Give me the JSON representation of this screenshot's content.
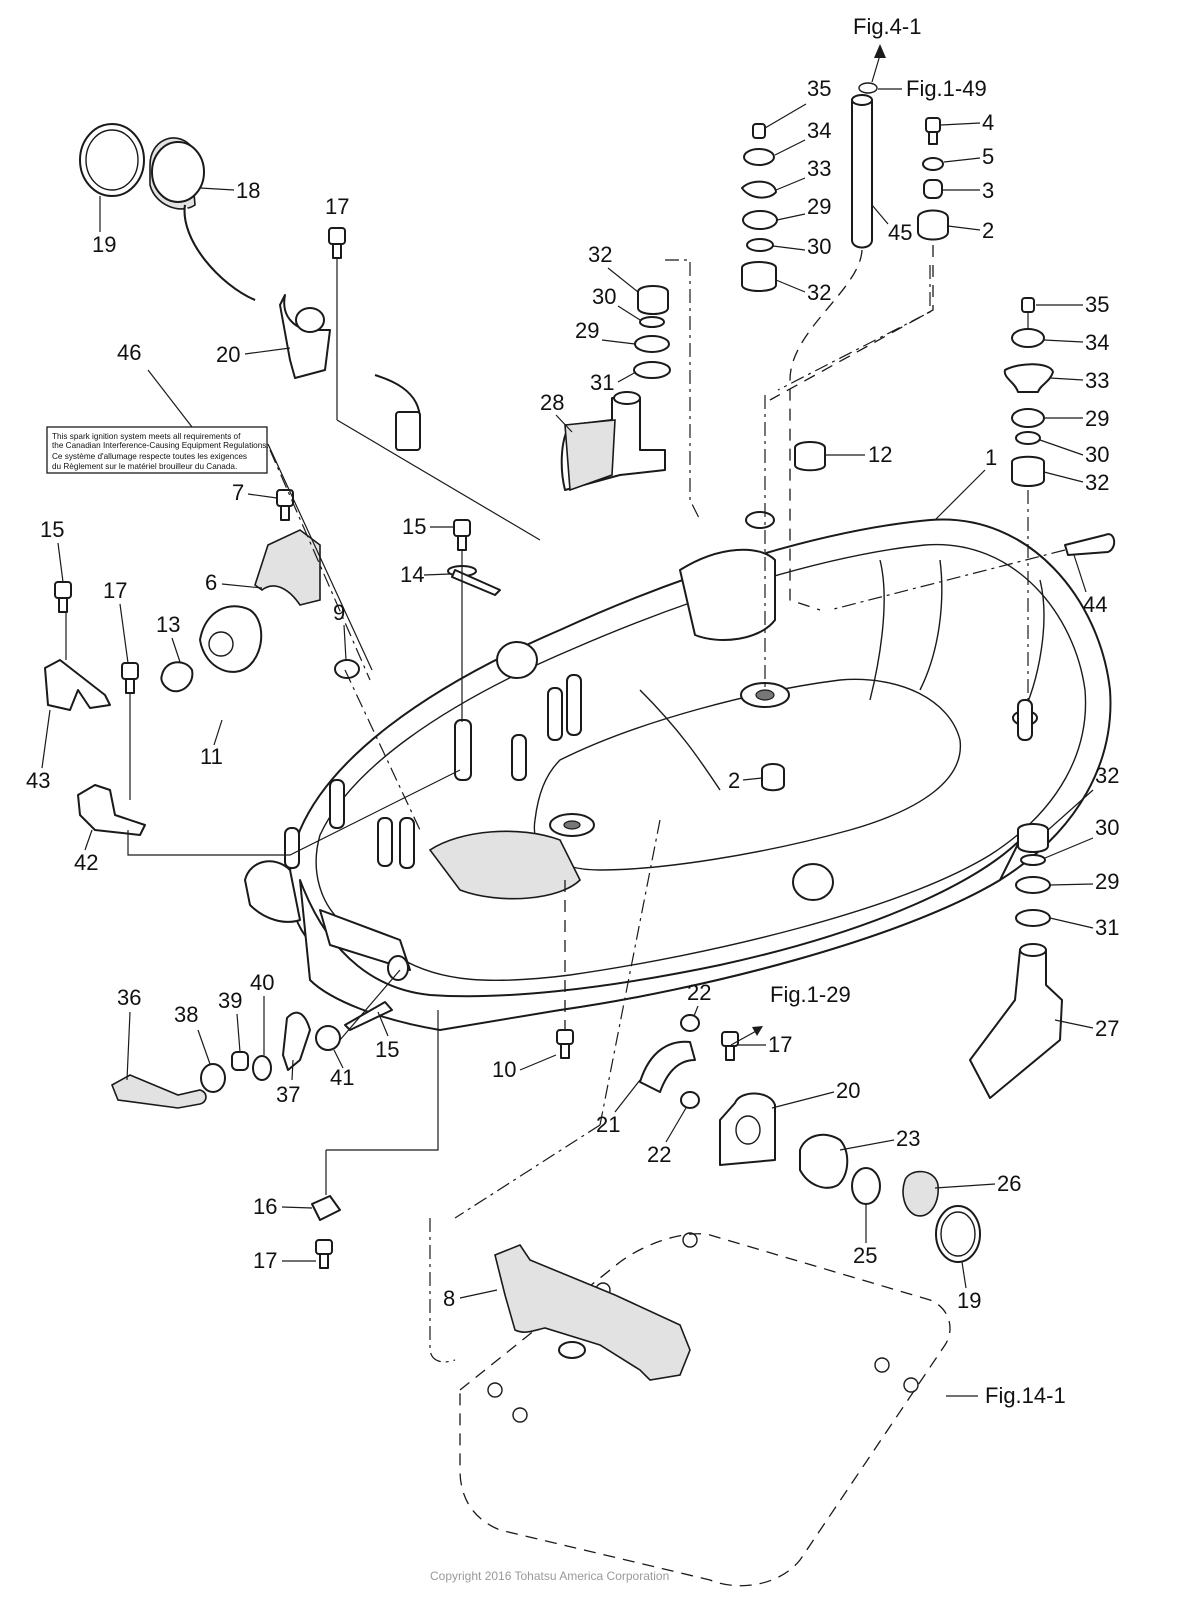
{
  "diagram": {
    "title": "Bottom Cowling Exploded Parts Diagram",
    "copyright": "Copyright 2016 Tohatsu America Corporation",
    "figure_references": [
      {
        "id": "fig-4-1",
        "text": "Fig.4-1"
      },
      {
        "id": "fig-1-49",
        "text": "Fig.1-49"
      },
      {
        "id": "fig-1-29",
        "text": "Fig.1-29"
      },
      {
        "id": "fig-14-1",
        "text": "Fig.14-1"
      }
    ],
    "compliance_label": {
      "callout": "46",
      "lines": [
        "This spark ignition system meets all requirements of",
        "the Canadian Interference-Causing Equipment Regulations.",
        "Ce système d'allumage respecte toutes les exigences",
        "du Règlement sur le matériel brouilleur du Canada."
      ]
    },
    "callouts": {
      "c1": "1",
      "c2a": "2",
      "c2b": "2",
      "c3": "3",
      "c4": "4",
      "c5": "5",
      "c6": "6",
      "c7": "7",
      "c8": "8",
      "c9": "9",
      "c10": "10",
      "c11": "11",
      "c12": "12",
      "c13": "13",
      "c14": "14",
      "c15a": "15",
      "c15b": "15",
      "c15c": "15",
      "c16": "16",
      "c17a": "17",
      "c17b": "17",
      "c17c": "17",
      "c17d": "17",
      "c18": "18",
      "c19a": "19",
      "c19b": "19",
      "c20a": "20",
      "c20b": "20",
      "c21": "21",
      "c22a": "22",
      "c22b": "22",
      "c23": "23",
      "c25": "25",
      "c26": "26",
      "c27": "27",
      "c28": "28",
      "c29a": "29",
      "c29b": "29",
      "c29c": "29",
      "c29d": "29",
      "c30a": "30",
      "c30b": "30",
      "c30c": "30",
      "c30d": "30",
      "c31a": "31",
      "c31b": "31",
      "c32a": "32",
      "c32b": "32",
      "c32c": "32",
      "c32d": "32",
      "c33a": "33",
      "c33b": "33",
      "c34a": "34",
      "c34b": "34",
      "c35a": "35",
      "c35b": "35",
      "c36": "36",
      "c37": "37",
      "c38": "38",
      "c39": "39",
      "c40": "40",
      "c41": "41",
      "c42": "42",
      "c43": "43",
      "c44": "44",
      "c45": "45",
      "c46": "46"
    }
  }
}
